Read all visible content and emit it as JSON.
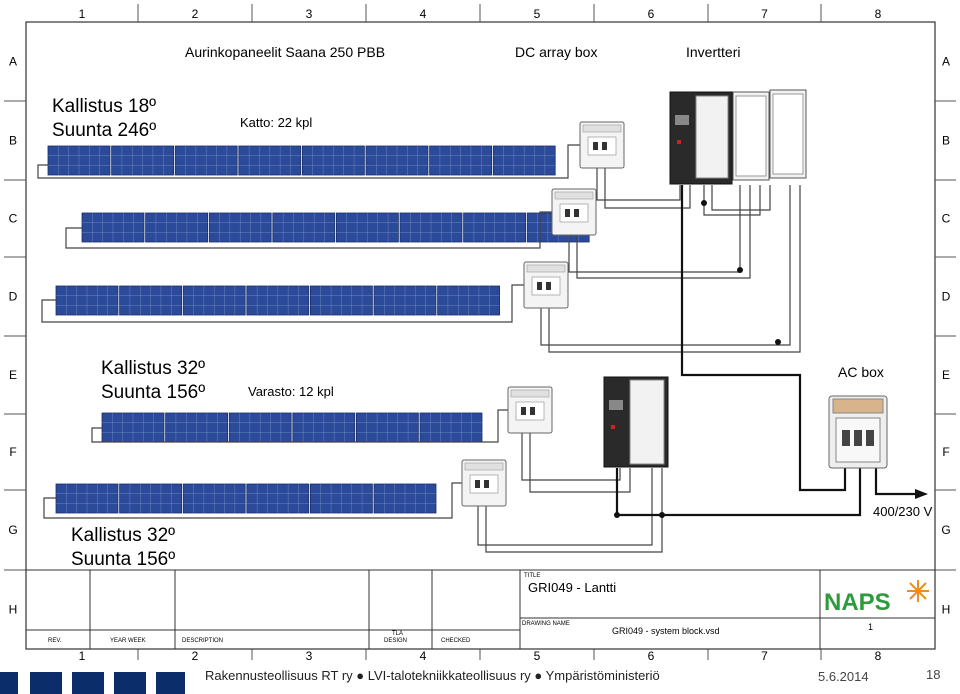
{
  "grid": {
    "columns": [
      "1",
      "2",
      "3",
      "4",
      "5",
      "6",
      "7",
      "8"
    ],
    "rows": [
      "A",
      "B",
      "C",
      "D",
      "E",
      "F",
      "G",
      "H"
    ]
  },
  "headers": {
    "panels": "Aurinkopaneelit Saana 250 PBB",
    "dc_box": "DC array box",
    "inverter": "Invertteri",
    "ac_box": "AC box"
  },
  "groups": {
    "roof": {
      "tilt": "Kallistus 18º",
      "direction": "Suunta 246º",
      "count": "Katto: 22 kpl"
    },
    "storage": {
      "tilt": "Kallistus 32º",
      "direction": "Suunta 156º",
      "count": "Varasto: 12 kpl"
    },
    "ground": {
      "tilt": "Kallistus 32º",
      "direction": "Suunta 156º"
    }
  },
  "output_label": "400/230 V",
  "title_block": {
    "title_caption": "TITLE",
    "title": "GRI049 - Lantti",
    "drawing_name_caption": "DRAWING NAME",
    "drawing_name": "GRI049 - system block.vsd",
    "sheet": "1",
    "col_rev": "REV.",
    "col_year_week": "YEAR WEEK",
    "col_description": "DESCRIPTION",
    "col_tla_line1": "TLA",
    "col_tla_line2": "DESIGN",
    "col_checked": "CHECKED",
    "logo": "NAPS"
  },
  "footer": {
    "text": "Rakennusteollisuus RT ry  ●  LVI-talotekniikkateollisuus ry  ●  Ympäristöministeriö",
    "date": "5.6.2014",
    "page": "18"
  },
  "colors": {
    "panel": "#2b4a9a",
    "panel_grid": "#7f93c8",
    "inverter_dark": "#2a2a2a",
    "inverter_light": "#f2f2f2",
    "logo_green": "#2f9a3c",
    "logo_orange": "#f08c1e",
    "footer_brand": "#0b2e6b"
  }
}
